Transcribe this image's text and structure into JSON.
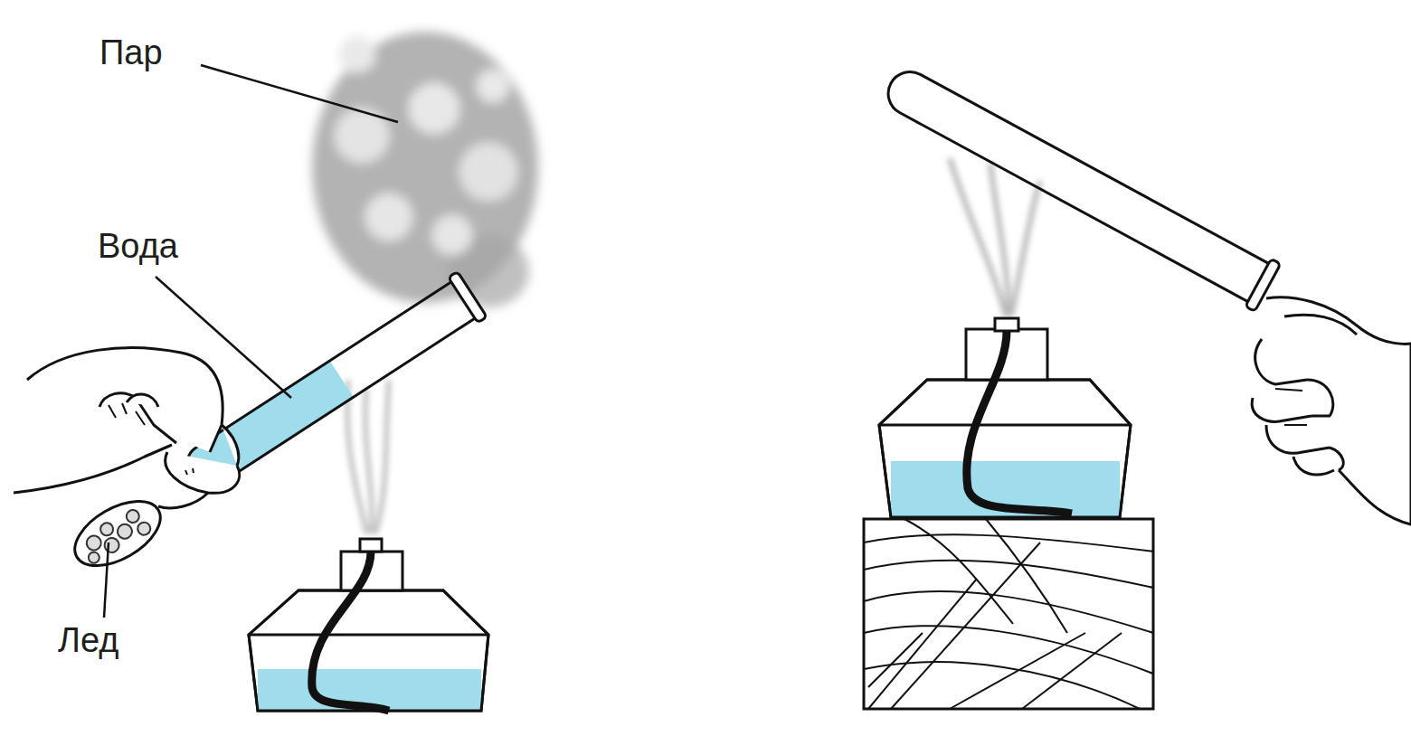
{
  "diagram": {
    "labels": [
      "Пар",
      "Вода",
      "Лед"
    ]
  }
}
